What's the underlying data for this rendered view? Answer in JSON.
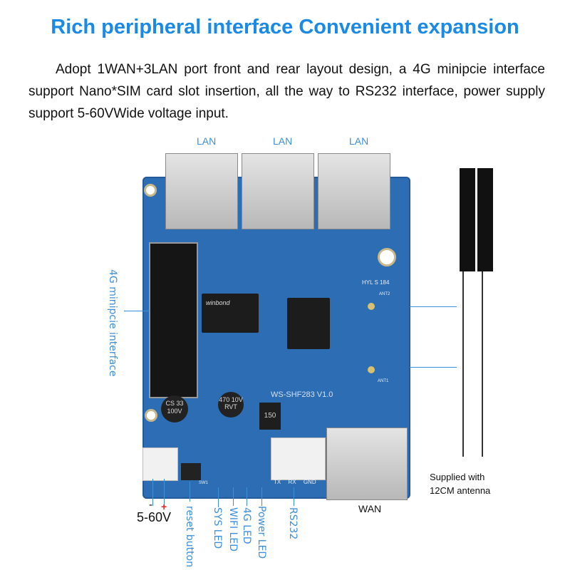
{
  "title": "Rich peripheral interface Convenient expansion",
  "description": "Adopt 1WAN+3LAN port front and rear layout design, a 4G minipcie interface support Nano*SIM card slot insertion, all the way to RS232 interface, power supply support 5-60VWide voltage input.",
  "ports": {
    "lan": [
      "LAN",
      "LAN",
      "LAN"
    ],
    "wan": "WAN"
  },
  "board": {
    "model": "WS-SHF283 V1.0",
    "chip_brand": "winbond",
    "silk": [
      "TX",
      "RX",
      "GND",
      "SW1",
      "ANT2",
      "ANT1",
      "HYL S 184"
    ],
    "caps": [
      "CS 33 100V",
      "470 10V RVT"
    ],
    "inductor": "150"
  },
  "callouts": {
    "minipcie": "4G minipcie interface",
    "voltage": "5-60V",
    "minus": "-",
    "plus": "+",
    "reset": "reset button",
    "sys_led": "SYS LED",
    "wifi_led": "WIFI LED",
    "lte_led": "4G LED",
    "power_led": "Power LED",
    "rs232": "RS232"
  },
  "antenna": {
    "note_line1": "Supplied with",
    "note_line2": "12CM antenna"
  },
  "colors": {
    "title": "#1a8ae6",
    "callout": "#3d8fdc",
    "board": "#2d6db4"
  }
}
